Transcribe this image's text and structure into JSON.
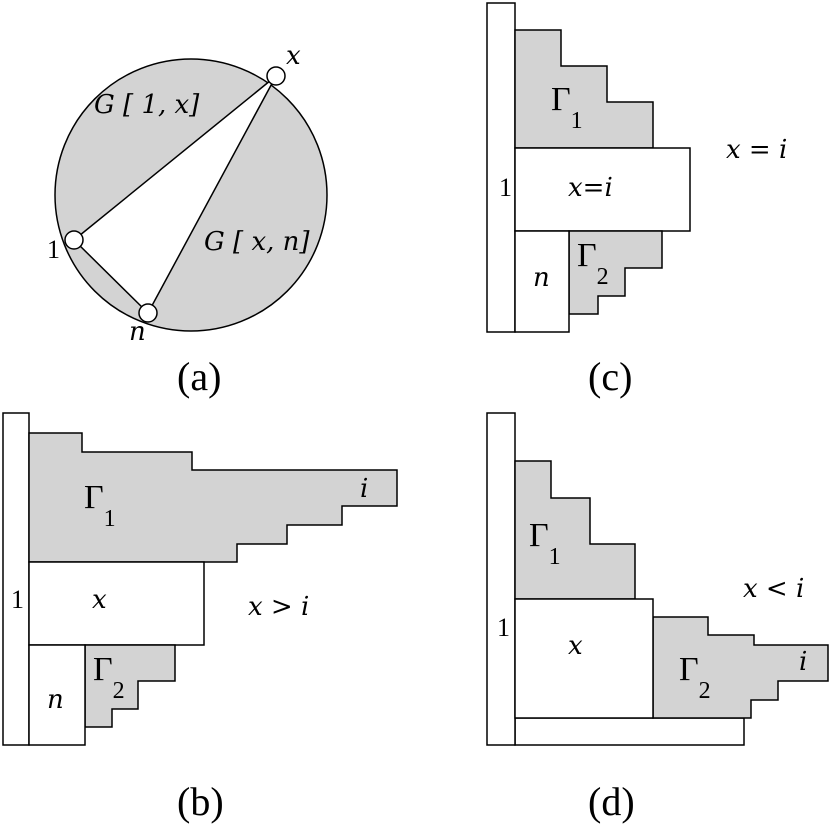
{
  "panels": {
    "a": {
      "caption": "(a)",
      "label_x": "x",
      "label_1": "1",
      "label_n": "n",
      "region_1x": "G [ 1, x]",
      "region_xn": "G [ x, n]"
    },
    "b": {
      "caption": "(b)",
      "gamma1_symbol": "Γ",
      "gamma1_sub": "1",
      "gamma2_symbol": "Γ",
      "gamma2_sub": "2",
      "label_i": "i",
      "label_x": "x",
      "label_1": "1",
      "label_n": "n",
      "condition": "x > i"
    },
    "c": {
      "caption": "(c)",
      "gamma1_symbol": "Γ",
      "gamma1_sub": "1",
      "gamma2_symbol": "Γ",
      "gamma2_sub": "2",
      "label_xi": "x=i",
      "label_1": "1",
      "label_n": "n",
      "condition": "x = i"
    },
    "d": {
      "caption": "(d)",
      "gamma1_symbol": "Γ",
      "gamma1_sub": "1",
      "gamma2_symbol": "Γ",
      "gamma2_sub": "2",
      "label_i": "i",
      "label_x": "x",
      "label_1": "1",
      "condition": "x < i"
    }
  },
  "colors": {
    "shade": "#d3d3d3",
    "line": "#000000",
    "background": "#ffffff"
  }
}
